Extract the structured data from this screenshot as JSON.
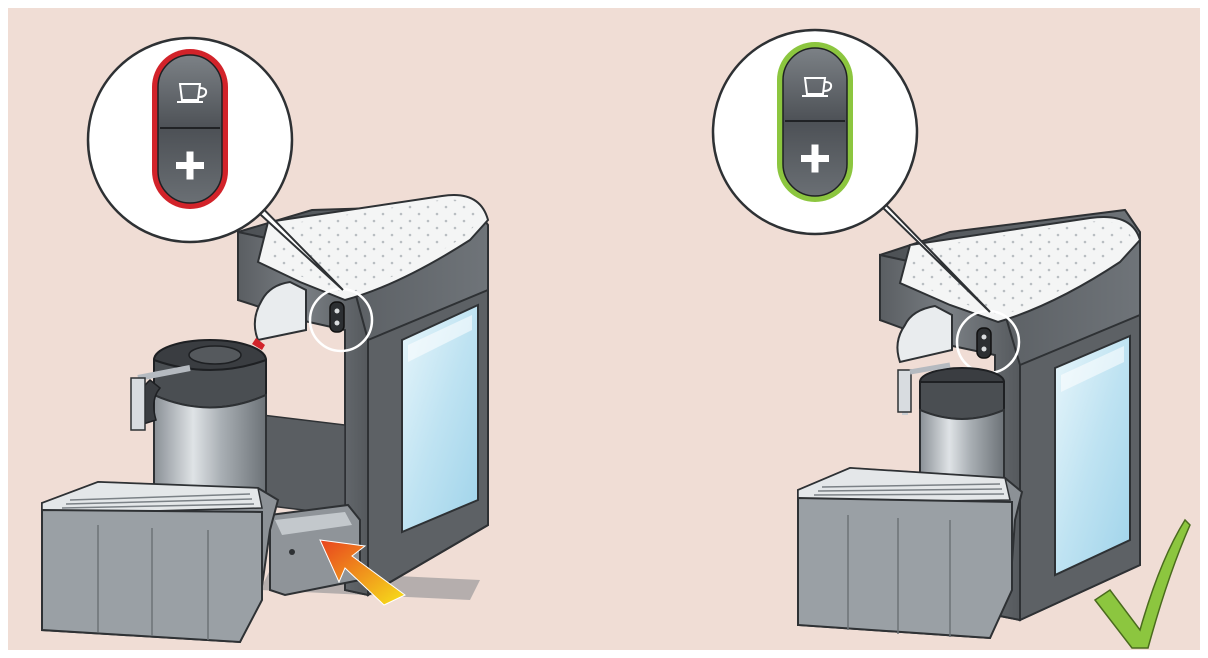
{
  "colors": {
    "background": "#f0ddd5",
    "frame": "#ffffff",
    "machine_body": "#6b6f73",
    "machine_dark": "#3f4246",
    "machine_light": "#9aa0a5",
    "top_plate": "#f4f5f5",
    "water_tank": "#bfe3f2",
    "status_ring_before": "#d2232a",
    "status_ring_after": "#8cc63f",
    "arrow_start": "#f7e21a",
    "arrow_end": "#e8431e",
    "checkmark": "#8cc63f",
    "checkmark_edge": "#4a6b1e"
  },
  "panels": [
    {
      "id": "before",
      "status_ring": "red",
      "arrow": true,
      "checkmark": false
    },
    {
      "id": "after",
      "status_ring": "green",
      "arrow": false,
      "checkmark": true
    }
  ],
  "icons": {
    "button_top": "coffee-cup-icon",
    "button_bottom": "plus-icon",
    "confirm": "checkmark-icon",
    "action": "push-arrow-icon"
  }
}
